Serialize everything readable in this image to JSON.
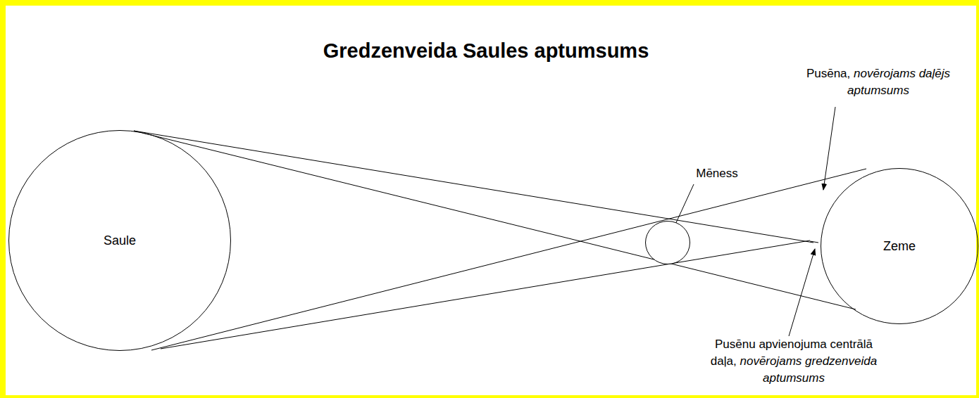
{
  "diagram": {
    "title": "Gredzenveida Saules aptumsums",
    "nodes": [
      {
        "text": [
          "Saule"
        ]
      },
      {
        "text": [
          "Mēness"
        ]
      },
      {
        "text": [
          "Zeme"
        ]
      }
    ],
    "labels": [
      "Pusēna,",
      "novērojams daļējs aptumsums",
      "Pusēnu apvienojuma centrālā daļa,",
      "novērojams gredzenveida aptumsums"
    ]
  }
}
